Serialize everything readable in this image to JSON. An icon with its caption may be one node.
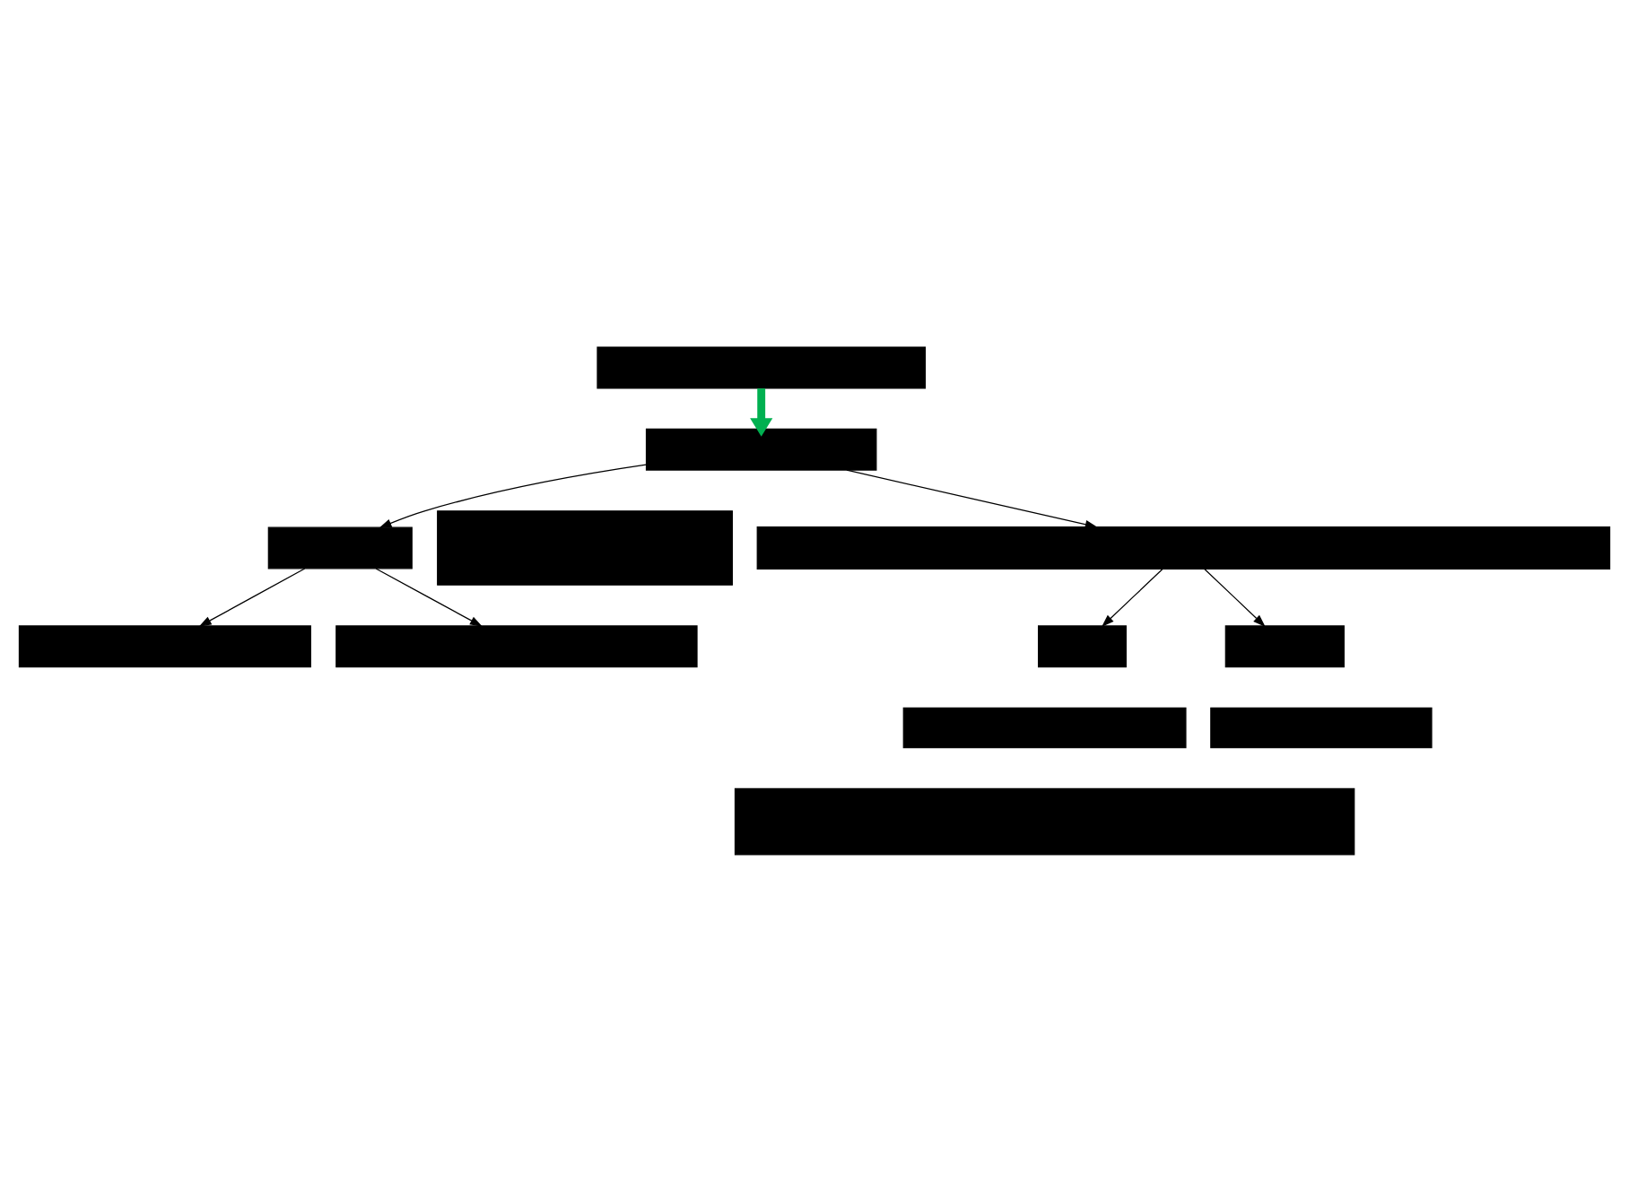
{
  "diagram": {
    "nodes": [
      {
        "text": [],
        "shape": "bar"
      },
      {
        "text": [],
        "shape": "bar"
      },
      {
        "text": [],
        "shape": "bar"
      },
      {
        "text": [],
        "shape": "bar"
      },
      {
        "text": [],
        "shape": "bar"
      },
      {
        "text": [],
        "shape": "bar"
      },
      {
        "text": [],
        "shape": "bar"
      },
      {
        "text": [],
        "shape": "bar"
      },
      {
        "text": [],
        "shape": "bar"
      },
      {
        "text": [],
        "shape": "bar"
      },
      {
        "text": [],
        "shape": "bar"
      },
      {
        "text": [],
        "shape": "bar"
      }
    ],
    "edges": [
      {
        "from": 0,
        "to": 1,
        "arrow": "to",
        "style": "thick",
        "color": "#00b050"
      },
      {
        "from": 1,
        "to": 2,
        "arrow": "to"
      },
      {
        "from": 1,
        "to": 6,
        "arrow": "to"
      },
      {
        "from": 2,
        "to": 4,
        "arrow": "to"
      },
      {
        "from": 2,
        "to": 5,
        "arrow": "to"
      },
      {
        "from": 6,
        "to": 7,
        "arrow": "to"
      },
      {
        "from": 6,
        "to": 8,
        "arrow": "to"
      }
    ]
  }
}
